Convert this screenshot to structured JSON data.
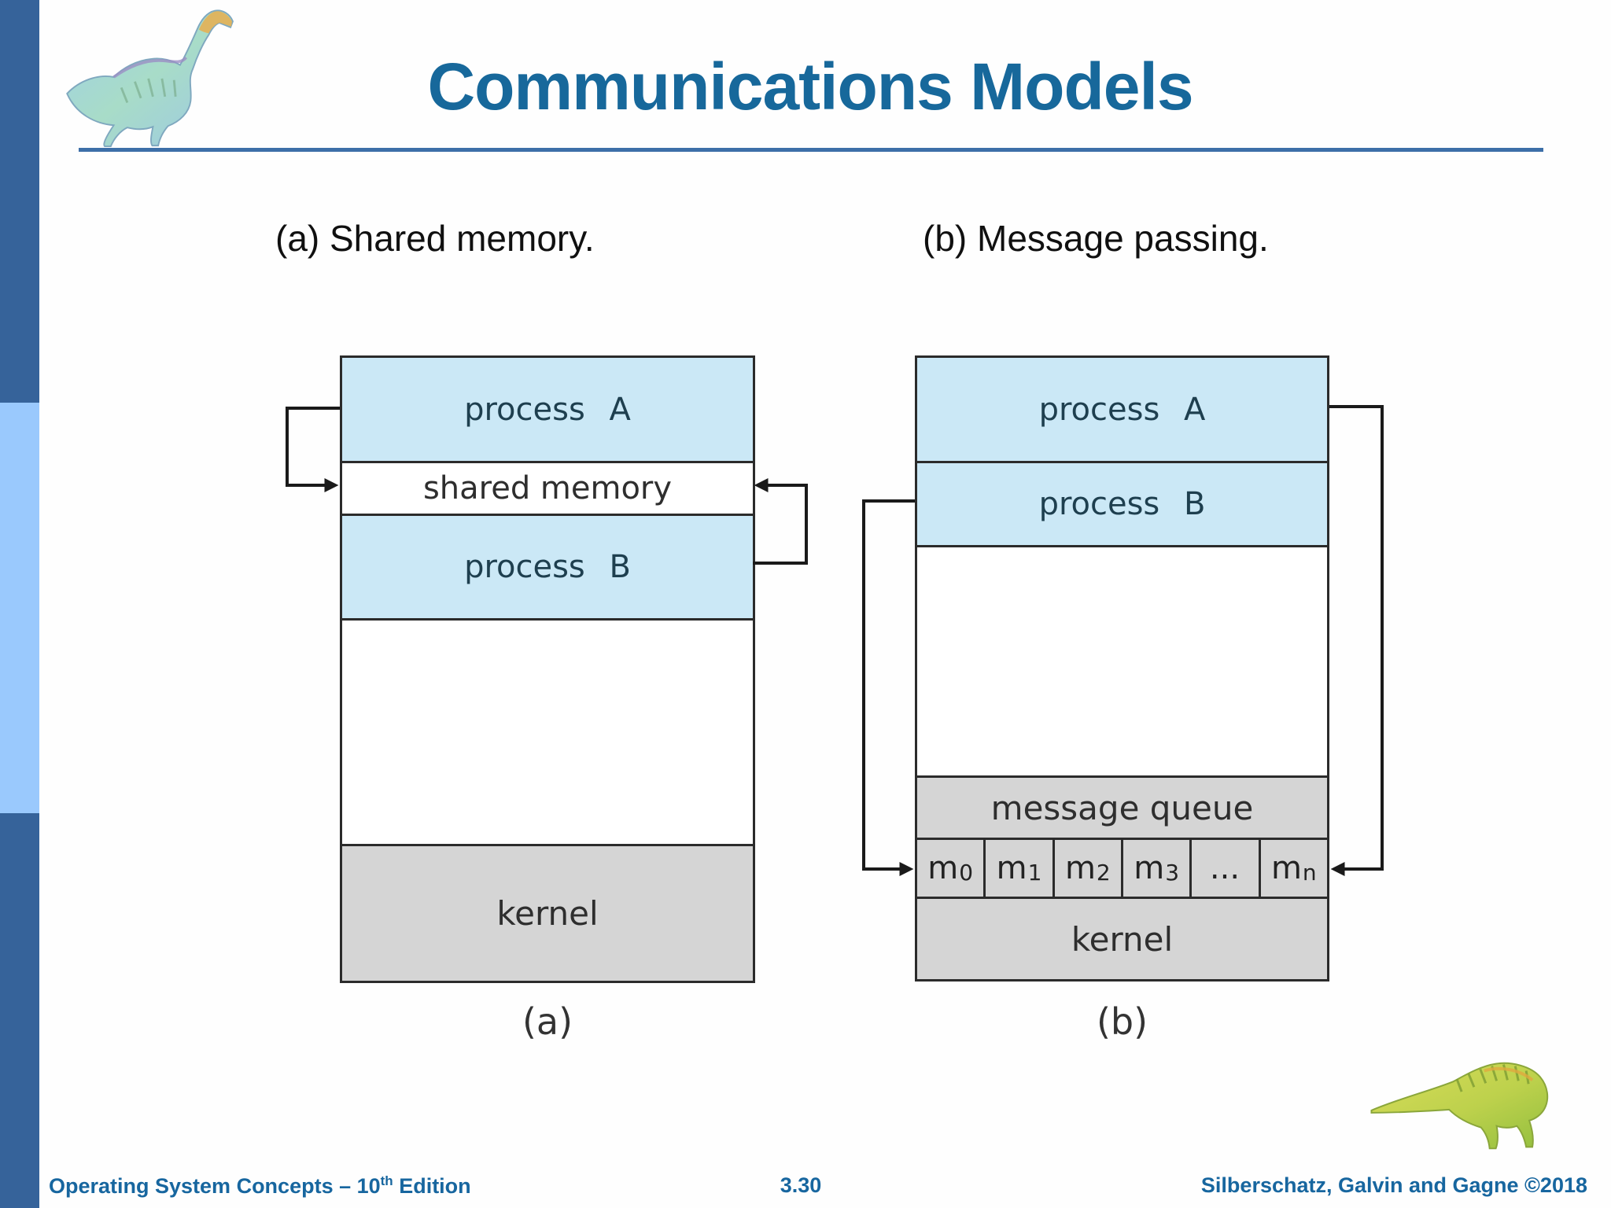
{
  "slide": {
    "title": "Communications Models",
    "footer_left_main": "Operating System Concepts – 10",
    "footer_left_sup": "th",
    "footer_left_end": " Edition",
    "footer_center": "3.30",
    "footer_right": "Silberschatz, Galvin and Gagne ©2018"
  },
  "panel_labels": {
    "a": "(a) Shared memory.",
    "b": "(b) Message passing."
  },
  "diagram_a": {
    "caption": "(a)",
    "rows": {
      "process_a": "process A",
      "shared_memory": "shared memory",
      "process_b": "process B",
      "kernel": "kernel"
    }
  },
  "diagram_b": {
    "caption": "(b)",
    "rows": {
      "process_a": "process A",
      "process_b": "process B",
      "message_queue": "message queue",
      "kernel": "kernel"
    },
    "queue_cells": [
      {
        "base": "m",
        "sub": "0"
      },
      {
        "base": "m",
        "sub": "1"
      },
      {
        "base": "m",
        "sub": "2"
      },
      {
        "base": "m",
        "sub": "3"
      },
      {
        "base": "...",
        "sub": ""
      },
      {
        "base": "m",
        "sub": "n"
      }
    ]
  },
  "icons": {
    "top_left": "dinosaur-logo",
    "bottom_right": "dinosaur-logo"
  },
  "colors": {
    "title_blue": "#17689B",
    "footer_blue": "#17669F",
    "sidebar_dark": "#36639A",
    "sidebar_light": "#9AC9FD",
    "box_light_blue": "#CBE8F6",
    "box_gray": "#D5D5D5",
    "box_border": "#2B2B2B",
    "title_rule": "#3D6FA8",
    "arrow_black": "#1A1A1A"
  }
}
